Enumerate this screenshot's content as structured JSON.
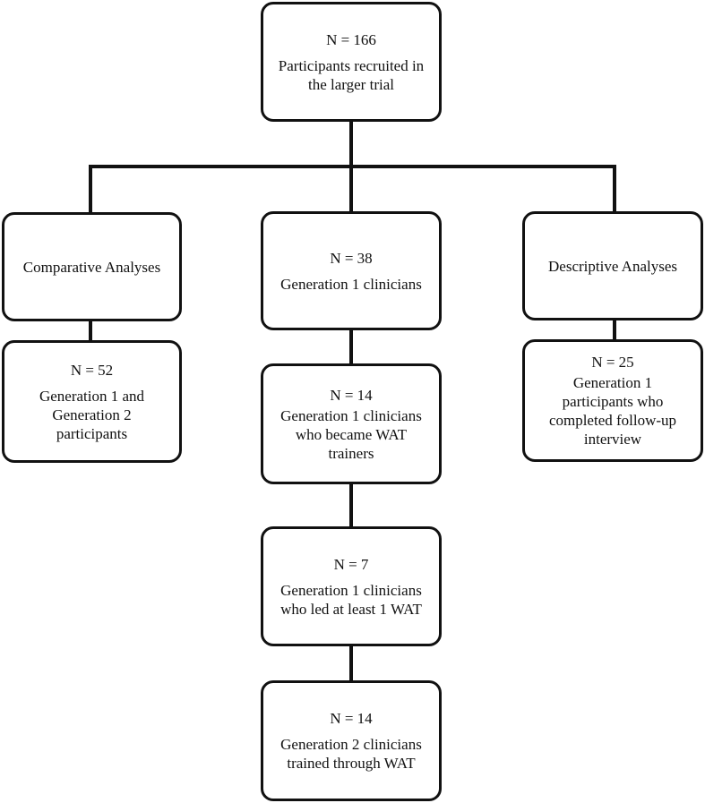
{
  "boxes": {
    "top": {
      "count": "N = 166",
      "desc": "Participants recruited in\nthe larger trial"
    },
    "comparative": {
      "title": "Comparative Analyses"
    },
    "gen1": {
      "count": "N = 38",
      "desc": "Generation 1 clinicians"
    },
    "descriptive": {
      "title": "Descriptive Analyses"
    },
    "comparative_n": {
      "count": "N = 52",
      "desc": "Generation 1 and\nGeneration 2\nparticipants"
    },
    "trainers": {
      "count": "N = 14",
      "desc": "Generation 1 clinicians\nwho became WAT\ntrainers"
    },
    "descriptive_n": {
      "count": "N = 25",
      "desc": "Generation 1\nparticipants who\ncompleted follow-up\ninterview"
    },
    "led": {
      "count": "N = 7",
      "desc": "Generation 1 clinicians\nwho led at least 1 WAT"
    },
    "gen2": {
      "count": "N = 14",
      "desc": "Generation 2 clinicians\ntrained through WAT"
    }
  },
  "style": {
    "stroke_color": "#111111",
    "background": "#ffffff"
  }
}
